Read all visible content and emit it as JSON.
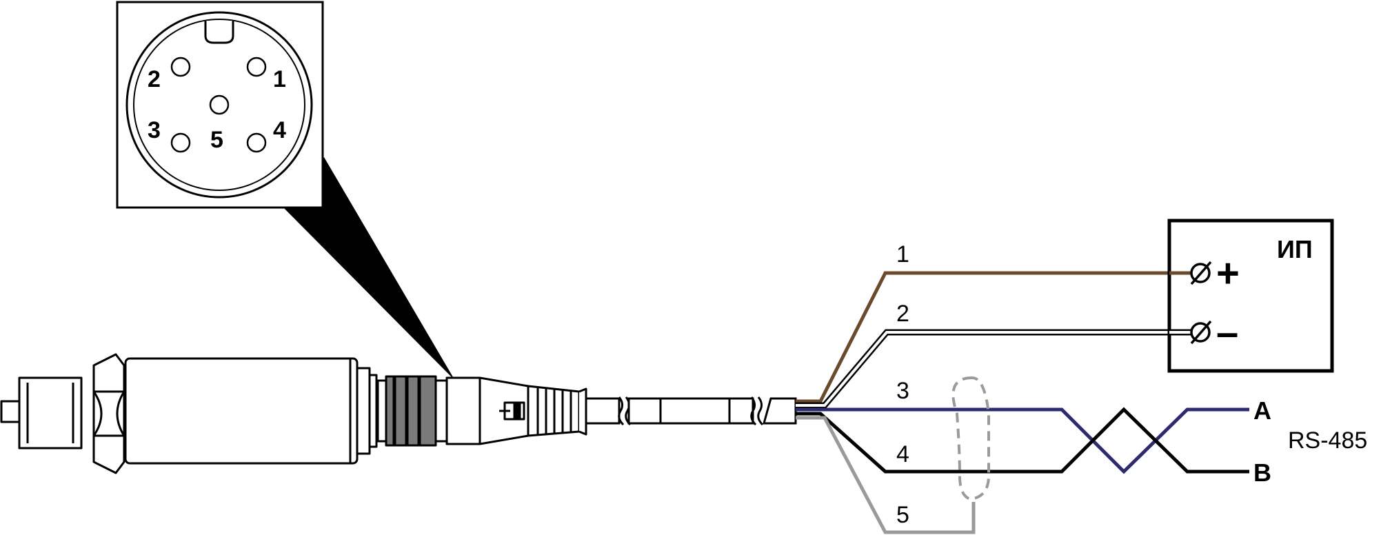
{
  "connector": {
    "pins": [
      {
        "label": "1"
      },
      {
        "label": "2"
      },
      {
        "label": "3"
      },
      {
        "label": "4"
      },
      {
        "label": "5"
      }
    ]
  },
  "wires": [
    {
      "label": "1",
      "color": "#6b4a2b"
    },
    {
      "label": "2",
      "color": "#000000"
    },
    {
      "label": "3",
      "color": "#2e2a6e"
    },
    {
      "label": "4",
      "color": "#000000"
    },
    {
      "label": "5",
      "color": "#9a9a9a"
    }
  ],
  "power_supply": {
    "title": "ИП",
    "plus": "+",
    "minus": "–",
    "terminal_symbol": "∅"
  },
  "bus": {
    "a": "A",
    "b": "B",
    "name": "RS-485"
  },
  "colors": {
    "outline": "#000000",
    "shield_dash": "#9a9a9a",
    "cable_ring": "#7a7a7a"
  }
}
